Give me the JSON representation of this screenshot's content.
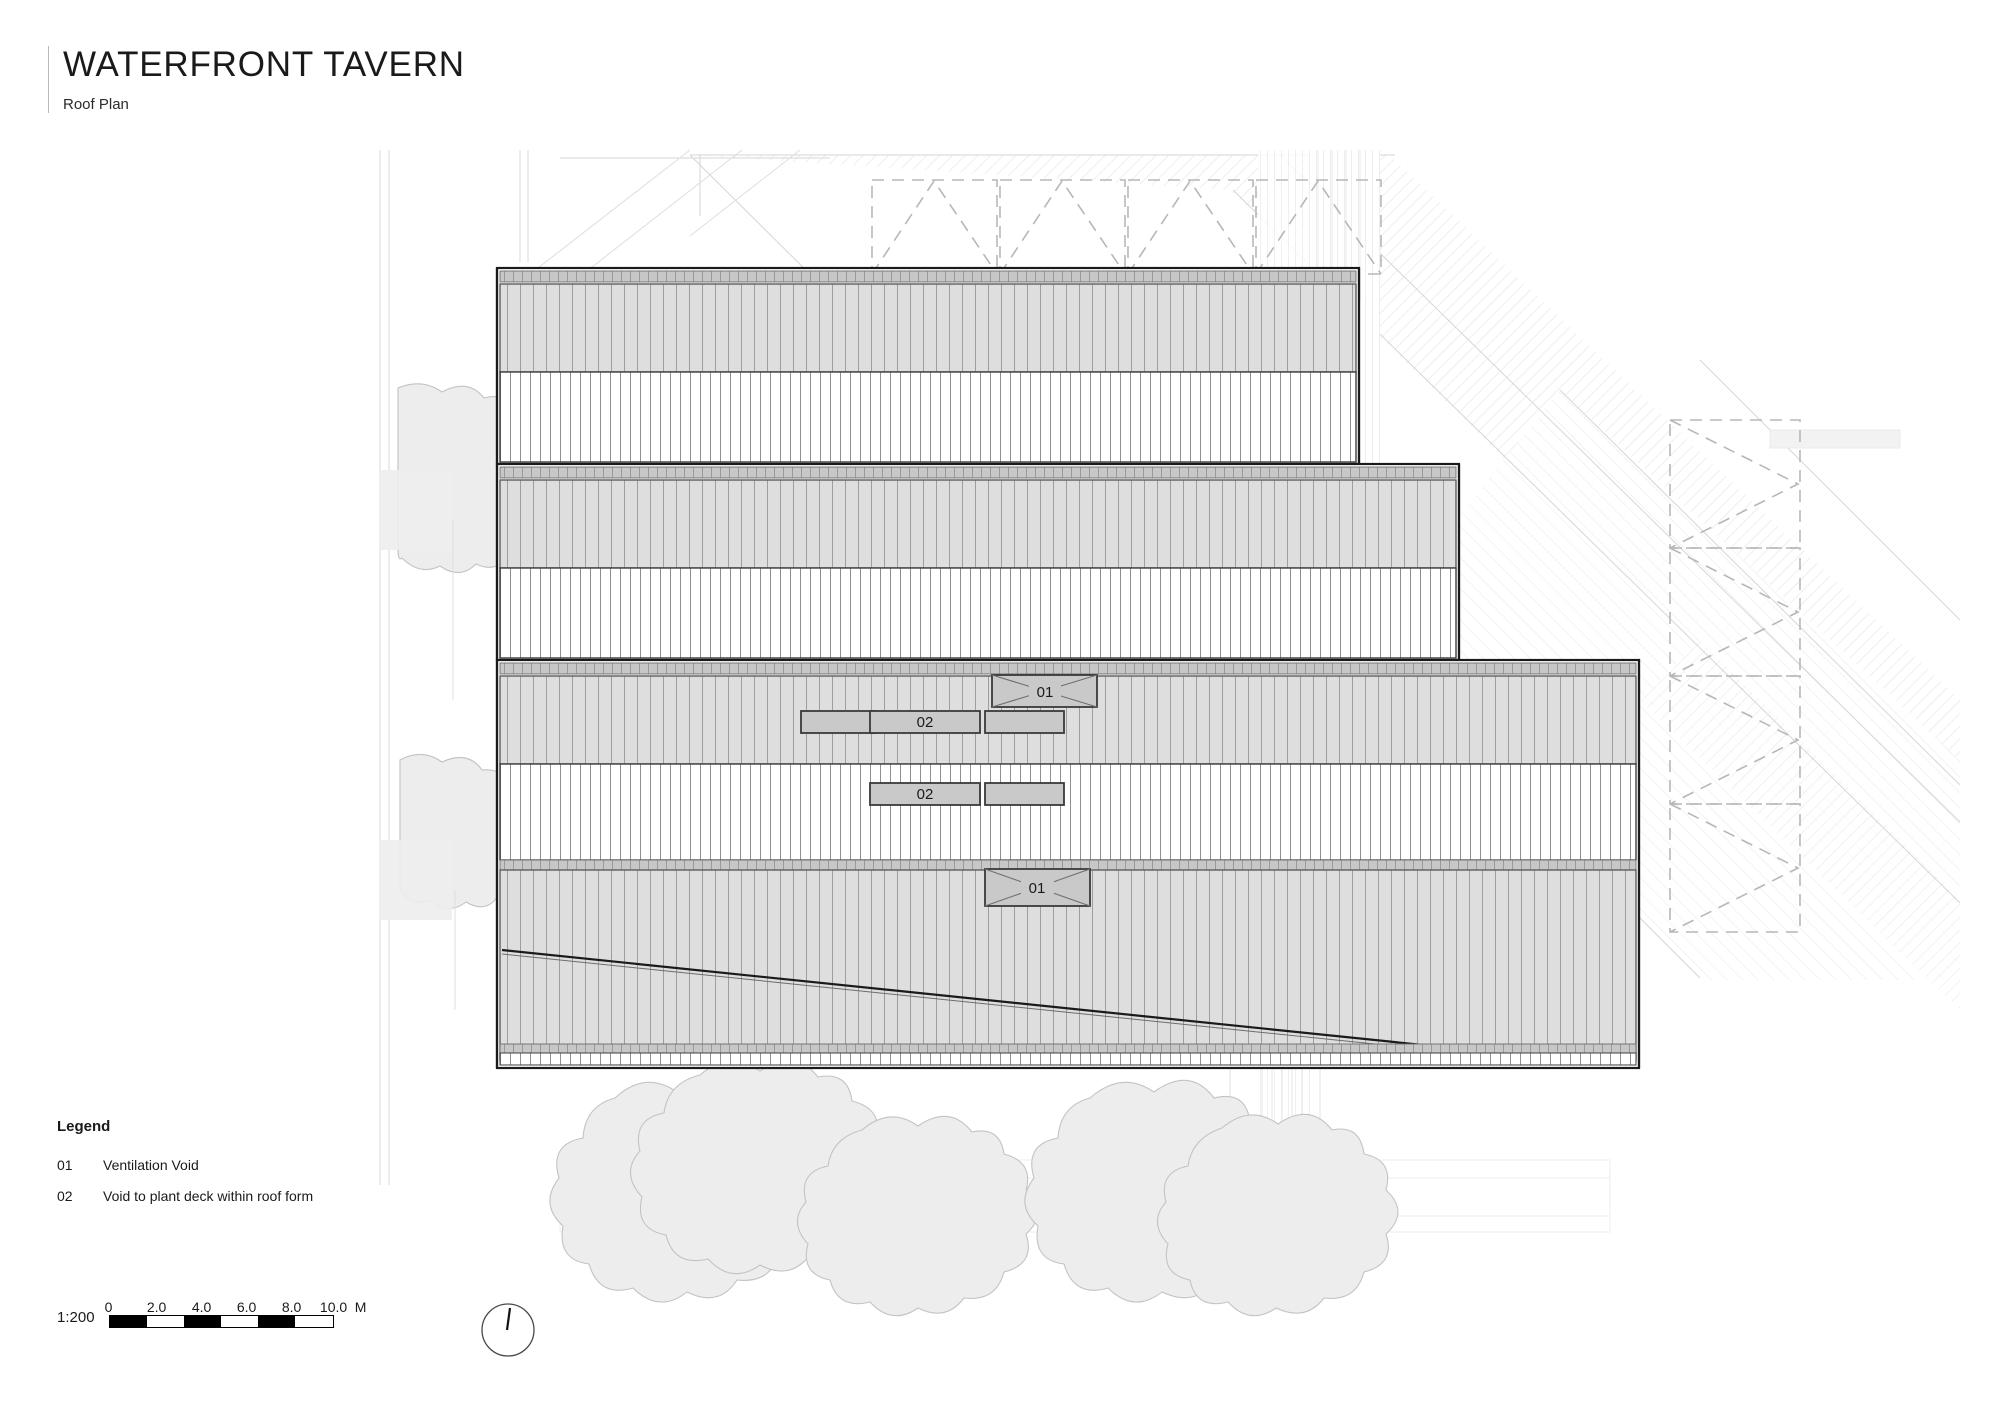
{
  "sheet": {
    "title": "WATERFRONT TAVERN",
    "subtitle": "Roof Plan"
  },
  "legend": {
    "title": "Legend",
    "items": [
      {
        "code": "01",
        "label": "Ventilation Void"
      },
      {
        "code": "02",
        "label": "Void to plant deck within roof form"
      }
    ]
  },
  "scale": {
    "ratio": "1:200",
    "ticks": [
      "0",
      "2.0",
      "4.0",
      "6.0",
      "8.0",
      "10.0",
      "M"
    ],
    "unit": "M",
    "segments": [
      "on",
      "off",
      "on",
      "off",
      "on",
      "off"
    ]
  },
  "north_arrow": {
    "name": "north-arrow",
    "label": ""
  },
  "plan": {
    "annotations": [
      {
        "code": "01",
        "name": "ventilation-void-upper"
      },
      {
        "code": "02",
        "name": "plant-deck-void-upper"
      },
      {
        "code": "02",
        "name": "plant-deck-void-lower"
      },
      {
        "code": "01",
        "name": "ventilation-void-lower"
      }
    ],
    "colors": {
      "roof_band_fill": "#dedede",
      "roof_band_white": "#ffffff",
      "outline": "#1a1a1a",
      "batten_line": "#9a9a9a",
      "separator_band": "#bdbdbd",
      "context_line": "#cfcfcf",
      "tree_fill": "#ededed",
      "tree_stroke": "#bcbcbc",
      "dashed_context": "#b5b5b5",
      "annotation_fill": "#c9c9c9"
    }
  }
}
